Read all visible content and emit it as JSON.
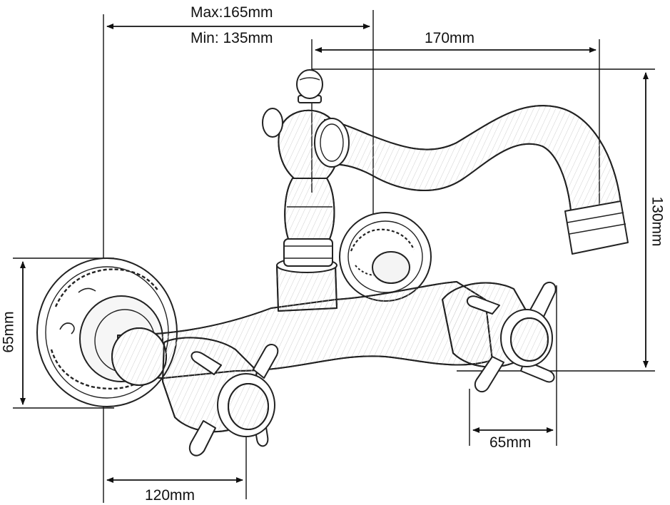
{
  "dimensions": {
    "spread_max": "Max:165mm",
    "spread_min": "Min: 135mm",
    "spout_reach": "170mm",
    "height": "130mm",
    "flange_diameter": "65mm",
    "handle_width": "65mm",
    "base_depth": "120mm"
  }
}
